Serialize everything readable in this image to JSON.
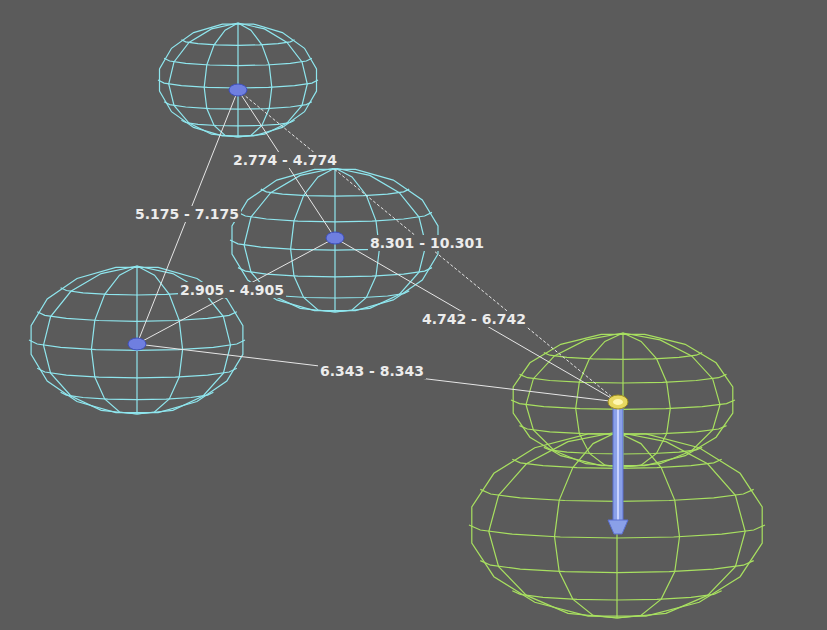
{
  "diagram": {
    "labels": [
      "2.774 - 4.774",
      "5.175 - 7.175",
      "8.301 - 10.301",
      "2.905 - 4.905",
      "4.742 - 6.742",
      "6.343 - 8.343"
    ]
  }
}
